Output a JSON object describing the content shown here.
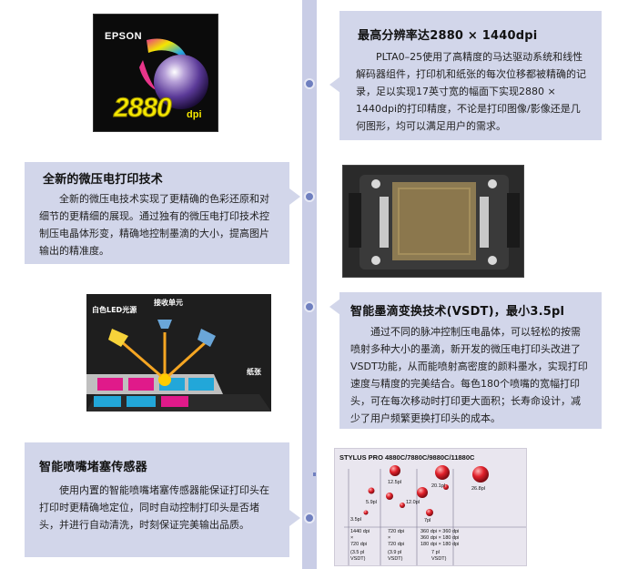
{
  "sections": [
    {
      "title": "最高分辨率达2880 × 1440dpi",
      "body": "PLTA0–25使用了高精度的马达驱动系统和线性解码器组件，打印机和纸张的每次位移都被精确的记录，足以实现17英寸宽的幅面下实现2880 × 1440dpi的打印精度，不论是打印图像/影像还是几何图形，均可以满足用户的需求。"
    },
    {
      "title": "全新的微压电打印技术",
      "body": "全新的微压电技术实现了更精确的色彩还原和对细节的更精细的展现。通过独有的微压电打印技术控制压电晶体形变，精确地控制墨滴的大小，提高图片输出的精准度。"
    },
    {
      "title": "智能墨滴变换技术(VSDT)，最小3.5pl",
      "body": "通过不同的脉冲控制压电晶体，可以轻松的按需喷射多种大小的墨滴，新开发的微压电打印头改进了VSDT功能，从而能喷射高密度的颜料墨水，实现打印速度与精度的完美结合。每色180个喷嘴的宽幅打印头，可在每次移动时打印更大面积；长寿命设计，减少了用户频繁更换打印头的成本。"
    },
    {
      "title": "智能喷嘴堵塞传感器",
      "body": "使用内置的智能喷嘴堵塞传感器能保证打印头在打印时更精确地定位，同时自动控制打印头是否堵头，并进行自动清洗，时刻保证完美输出品质。"
    }
  ],
  "logo": {
    "brand": "EPSON",
    "resolution": "2880",
    "unit": "dpi"
  },
  "light_diagram": {
    "led_label": "白色LED光源",
    "receiver_label": "接收单元",
    "paper_label": "纸张"
  },
  "dot_chart": {
    "title": "STYLUS PRO 4880C/7880C/9880C/11880C",
    "drop_labels": [
      "12.5pl",
      "20.1pl",
      "26.8pl",
      "5.9pl",
      "12.0pl",
      "3.5pl",
      "7pl"
    ],
    "resolutions": [
      {
        "lines": [
          "1440 dpi",
          "×",
          "720 dpi"
        ]
      },
      {
        "lines": [
          "720 dpi",
          "×",
          "720 dpi"
        ]
      },
      {
        "lines": [
          "360 dpi × 360 dpi",
          "360 dpi × 180 dpi",
          "180 dpi × 180 dpi"
        ]
      }
    ],
    "vsdt": [
      {
        "lines": [
          "(3.5 pl",
          "VSDT)"
        ]
      },
      {
        "lines": [
          "(3.9 pl",
          "VSDT)"
        ]
      },
      {
        "lines": [
          "7 pl",
          "VSDT)"
        ]
      }
    ]
  },
  "colors": {
    "card": "#d2d6ea",
    "timeline": "#c9cde6",
    "dot": "#6f7fbf"
  }
}
